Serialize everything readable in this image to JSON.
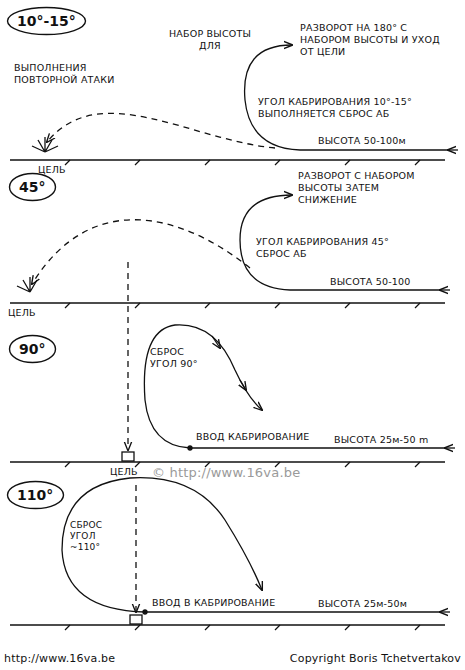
{
  "diagram": {
    "nodes": [
      {
        "text": [
          "10°-15°"
        ]
      },
      {
        "text": [
          "45°"
        ]
      },
      {
        "text": [
          "90°"
        ]
      },
      {
        "text": [
          "110°"
        ]
      }
    ],
    "labels": [
      "НАБОР ВЫСОТЫ ДЛЯ",
      "ВЫПОЛНЕНИЯ ПОВТОРНОЙ АТАКИ",
      "РАЗВОРОТ НА 180° С НАБОРОМ ВЫСОТЫ И УХОД ОТ ЦЕЛИ",
      "УГОЛ КАБРИРОВАНИЯ 10°-15° ВЫПОЛНЯЕТСЯ СБРОС АБ",
      "ЦЕЛЬ",
      "ВЫСОТА 50-100м",
      "РАЗВОРОТ С НАБОРОМ ВЫСОТЫ ЗАТЕМ СНИЖЕНИЕ",
      "УГОЛ КАБРИРОВАНИЯ 45° СБРОС АБ",
      "ЦЕЛЬ",
      "ВЫСОТА 50-100",
      "СБРОС УГОЛ 90°",
      "ВВОД КАБРИРОВАНИЕ",
      "ВЫСОТА 25м-50 m",
      "ЦЕЛЬ",
      "© http://www.16va.be",
      "СБРОС УГОЛ ~110°",
      "ВВОД В КАБРИРОВАНИЕ",
      "ВЫСОТА 25м-50м",
      "http://www.16va.be",
      "Copyright Boris Tchetvertakov"
    ]
  }
}
